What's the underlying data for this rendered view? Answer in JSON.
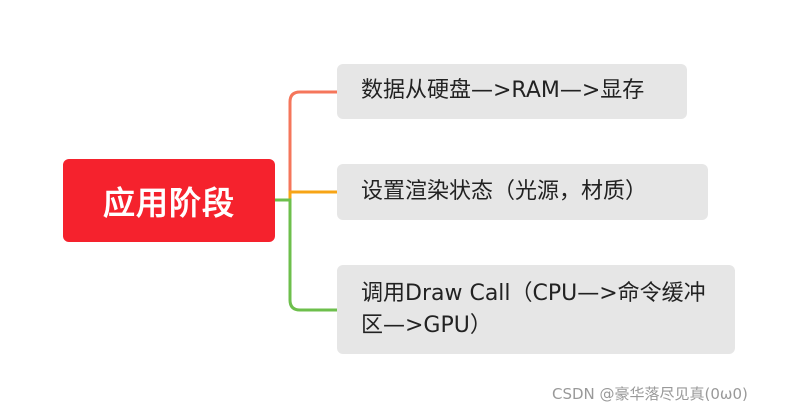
{
  "root": {
    "label": "应用阶段",
    "color": "#f5222d"
  },
  "branches": [
    {
      "label": "数据从硬盘—>RAM—>显存",
      "connector_color": "#f5765b"
    },
    {
      "label": "设置渲染状态（光源，材质）",
      "connector_color": "#f7a416"
    },
    {
      "label": "调用Draw Call（CPU—>命令缓冲区—>GPU）",
      "connector_color": "#6dbf4c"
    }
  ],
  "watermark": "CSDN @豪华落尽见真(0ω0)"
}
